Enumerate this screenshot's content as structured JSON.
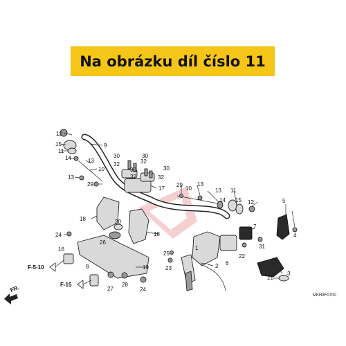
{
  "banner": {
    "text": "Na obrázku díl číslo 11",
    "color": "#f5c518"
  },
  "diagram": {
    "code": "MKH3F0700",
    "refs": {
      "f510": "F-5-10",
      "f15": "F-15",
      "fr": "FR."
    },
    "labels": {
      "n1": "1",
      "n2": "2",
      "n3": "3",
      "n4": "4",
      "n5": "5",
      "n6": "6",
      "n7": "7",
      "n8": "8",
      "n9": "9",
      "n10": "10",
      "n11": "11",
      "n12": "12",
      "n13": "13",
      "n14": "14",
      "n15": "15",
      "n16": "16",
      "n17": "17",
      "n18": "18",
      "n19": "19",
      "n20": "20",
      "n21": "21",
      "n22": "22",
      "n23": "23",
      "n24": "24",
      "n25": "25",
      "n26": "26",
      "n27": "27",
      "n28": "28",
      "n29": "29",
      "n30": "30",
      "n31": "31",
      "n32": "32"
    }
  }
}
